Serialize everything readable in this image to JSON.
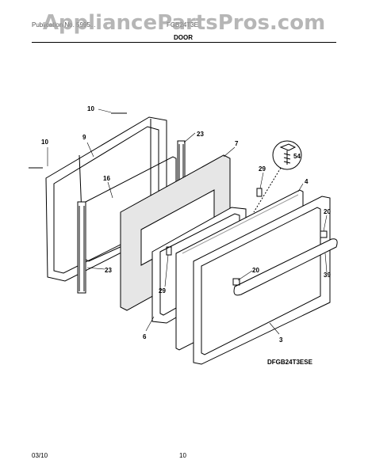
{
  "watermark": "AppliancePartsPros.com",
  "header": {
    "left_text": "Publication No. 5995...",
    "right_text": "FGB24T3E",
    "section_title": "DOOR"
  },
  "callouts": {
    "c10_top": "10",
    "c10_left": "10",
    "c9": "9",
    "c23_top": "23",
    "c7": "7",
    "c54": "54",
    "c16": "16",
    "c29_right": "29",
    "c4": "4",
    "c20_right": "20",
    "c23_bottom": "23",
    "c20_center": "20",
    "c29_left": "29",
    "c39": "39",
    "c6": "6",
    "c3": "3"
  },
  "model_number": "DFGB24T3ESE",
  "footer": {
    "date": "03/10",
    "page": "10"
  }
}
